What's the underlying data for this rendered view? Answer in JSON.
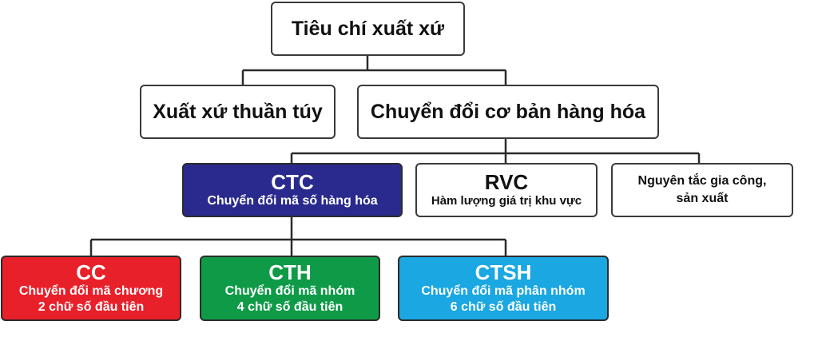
{
  "root": {
    "label": "Tiêu chí xuất xứ"
  },
  "level1": [
    {
      "label": "Xuất xứ thuần túy"
    },
    {
      "label": "Chuyển đổi cơ bản hàng hóa"
    }
  ],
  "level2": [
    {
      "code": "CTC",
      "desc": "Chuyển đổi mã số hàng hóa",
      "color": "#2a2a8e"
    },
    {
      "code": "RVC",
      "desc": "Hàm lượng giá trị khu vực"
    },
    {
      "line1": "Nguyên tắc gia công,",
      "line2": "sản xuất"
    }
  ],
  "level3": [
    {
      "code": "CC",
      "line1": "Chuyển đổi mã chương",
      "line2": "2 chữ số đầu tiên",
      "color": "#e8202a"
    },
    {
      "code": "CTH",
      "line1": "Chuyển đổi mã nhóm",
      "line2": "4 chữ số đầu tiên",
      "color": "#0f9a48"
    },
    {
      "code": "CTSH",
      "line1": "Chuyển đổi mã phân nhóm",
      "line2": "6 chữ số đầu tiên",
      "color": "#1aa7e2"
    }
  ]
}
